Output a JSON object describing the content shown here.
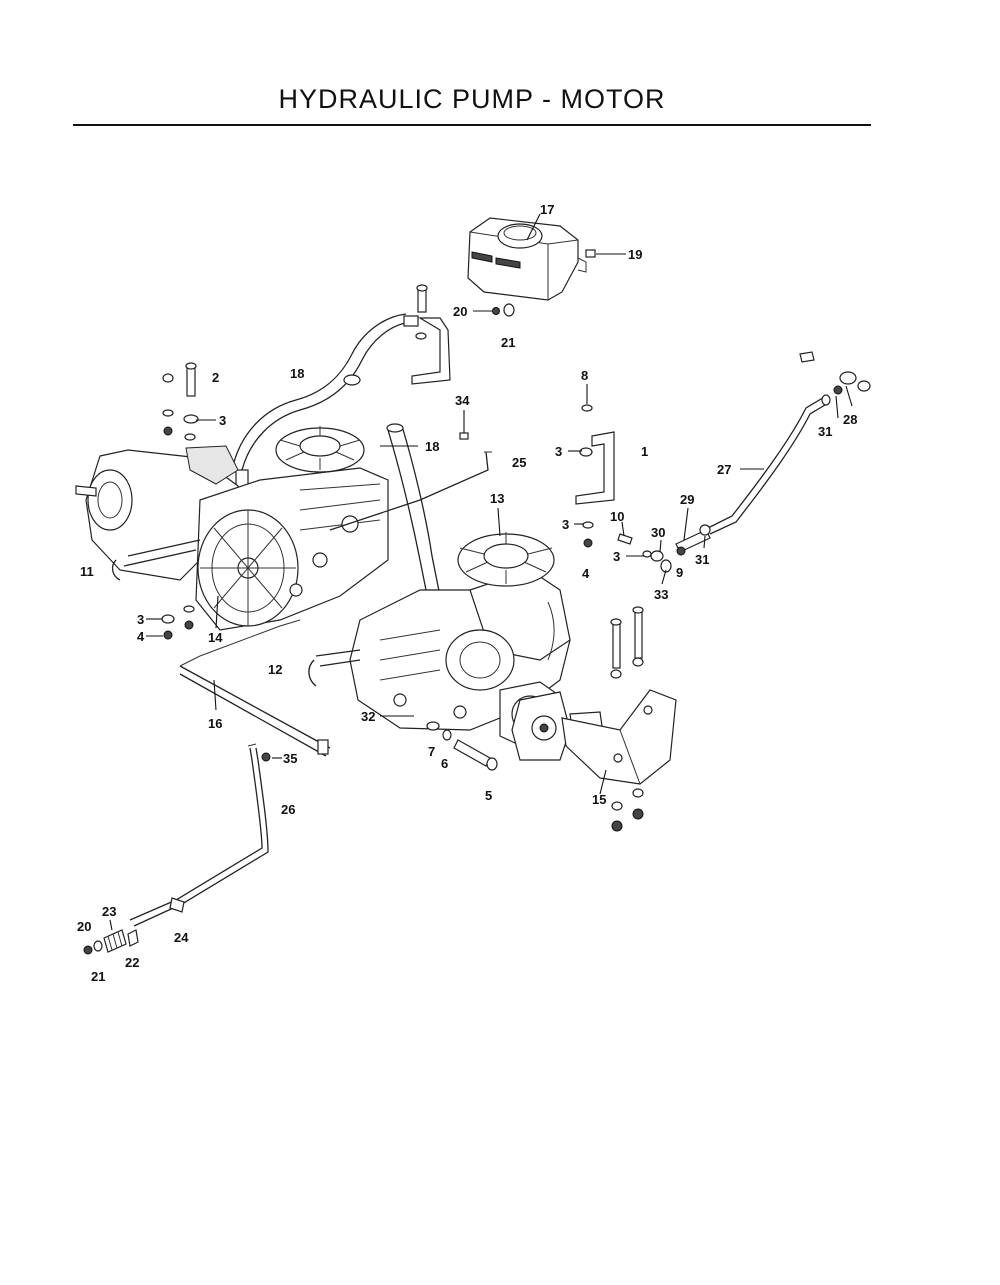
{
  "title": "HYDRAULIC PUMP - MOTOR",
  "callouts": [
    {
      "id": "c-17",
      "text": "17"
    },
    {
      "id": "c-19",
      "text": "19"
    },
    {
      "id": "c-20a",
      "text": "20"
    },
    {
      "id": "c-21a",
      "text": "21"
    },
    {
      "id": "c-2",
      "text": "2"
    },
    {
      "id": "c-18a",
      "text": "18"
    },
    {
      "id": "c-3a",
      "text": "3"
    },
    {
      "id": "c-34",
      "text": "34"
    },
    {
      "id": "c-18b",
      "text": "18"
    },
    {
      "id": "c-25",
      "text": "25"
    },
    {
      "id": "c-8",
      "text": "8"
    },
    {
      "id": "c-3b",
      "text": "3"
    },
    {
      "id": "c-1",
      "text": "1"
    },
    {
      "id": "c-31a",
      "text": "31"
    },
    {
      "id": "c-28",
      "text": "28"
    },
    {
      "id": "c-27",
      "text": "27"
    },
    {
      "id": "c-13",
      "text": "13"
    },
    {
      "id": "c-3c",
      "text": "3"
    },
    {
      "id": "c-4a",
      "text": "4"
    },
    {
      "id": "c-10",
      "text": "10"
    },
    {
      "id": "c-29",
      "text": "29"
    },
    {
      "id": "c-30",
      "text": "30"
    },
    {
      "id": "c-3d",
      "text": "3"
    },
    {
      "id": "c-9",
      "text": "9"
    },
    {
      "id": "c-31b",
      "text": "31"
    },
    {
      "id": "c-33",
      "text": "33"
    },
    {
      "id": "c-11",
      "text": "11"
    },
    {
      "id": "c-3e",
      "text": "3"
    },
    {
      "id": "c-4b",
      "text": "4"
    },
    {
      "id": "c-14",
      "text": "14"
    },
    {
      "id": "c-12",
      "text": "12"
    },
    {
      "id": "c-32",
      "text": "32"
    },
    {
      "id": "c-16",
      "text": "16"
    },
    {
      "id": "c-7",
      "text": "7"
    },
    {
      "id": "c-6",
      "text": "6"
    },
    {
      "id": "c-35",
      "text": "35"
    },
    {
      "id": "c-5",
      "text": "5"
    },
    {
      "id": "c-15",
      "text": "15"
    },
    {
      "id": "c-26",
      "text": "26"
    },
    {
      "id": "c-23",
      "text": "23"
    },
    {
      "id": "c-20b",
      "text": "20"
    },
    {
      "id": "c-24",
      "text": "24"
    },
    {
      "id": "c-22",
      "text": "22"
    },
    {
      "id": "c-21b",
      "text": "21"
    }
  ]
}
